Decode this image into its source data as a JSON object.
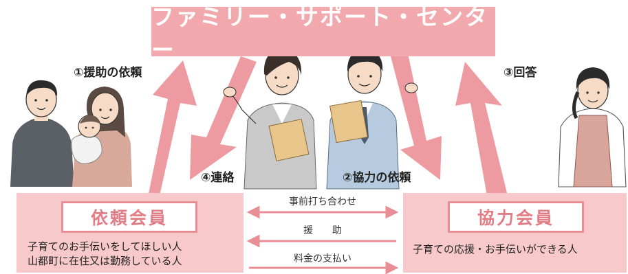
{
  "title": "ファミリー・サポート・センター",
  "steps": {
    "request": "①援助の依頼",
    "cooperation_request": "②協力の依頼",
    "reply": "③回答",
    "contact": "④連絡"
  },
  "requester": {
    "label": "依頼会員",
    "desc_line1": "子育てのお手伝いをしてほしい人",
    "desc_line2": "山都町に在住又は勤務している人"
  },
  "helper": {
    "label": "協力会員",
    "desc": "子育ての応援・お手伝いができる人"
  },
  "flows": {
    "meeting": "事前打ち合わせ",
    "assistance": "援　　助",
    "payment": "料金の支払い"
  },
  "colors": {
    "title_bg": "#f2a9ae",
    "arrow": "#ee9aa1",
    "member_bg": "#f7c9cb",
    "member_border": "#ea8e95",
    "member_text": "#e27d86"
  }
}
